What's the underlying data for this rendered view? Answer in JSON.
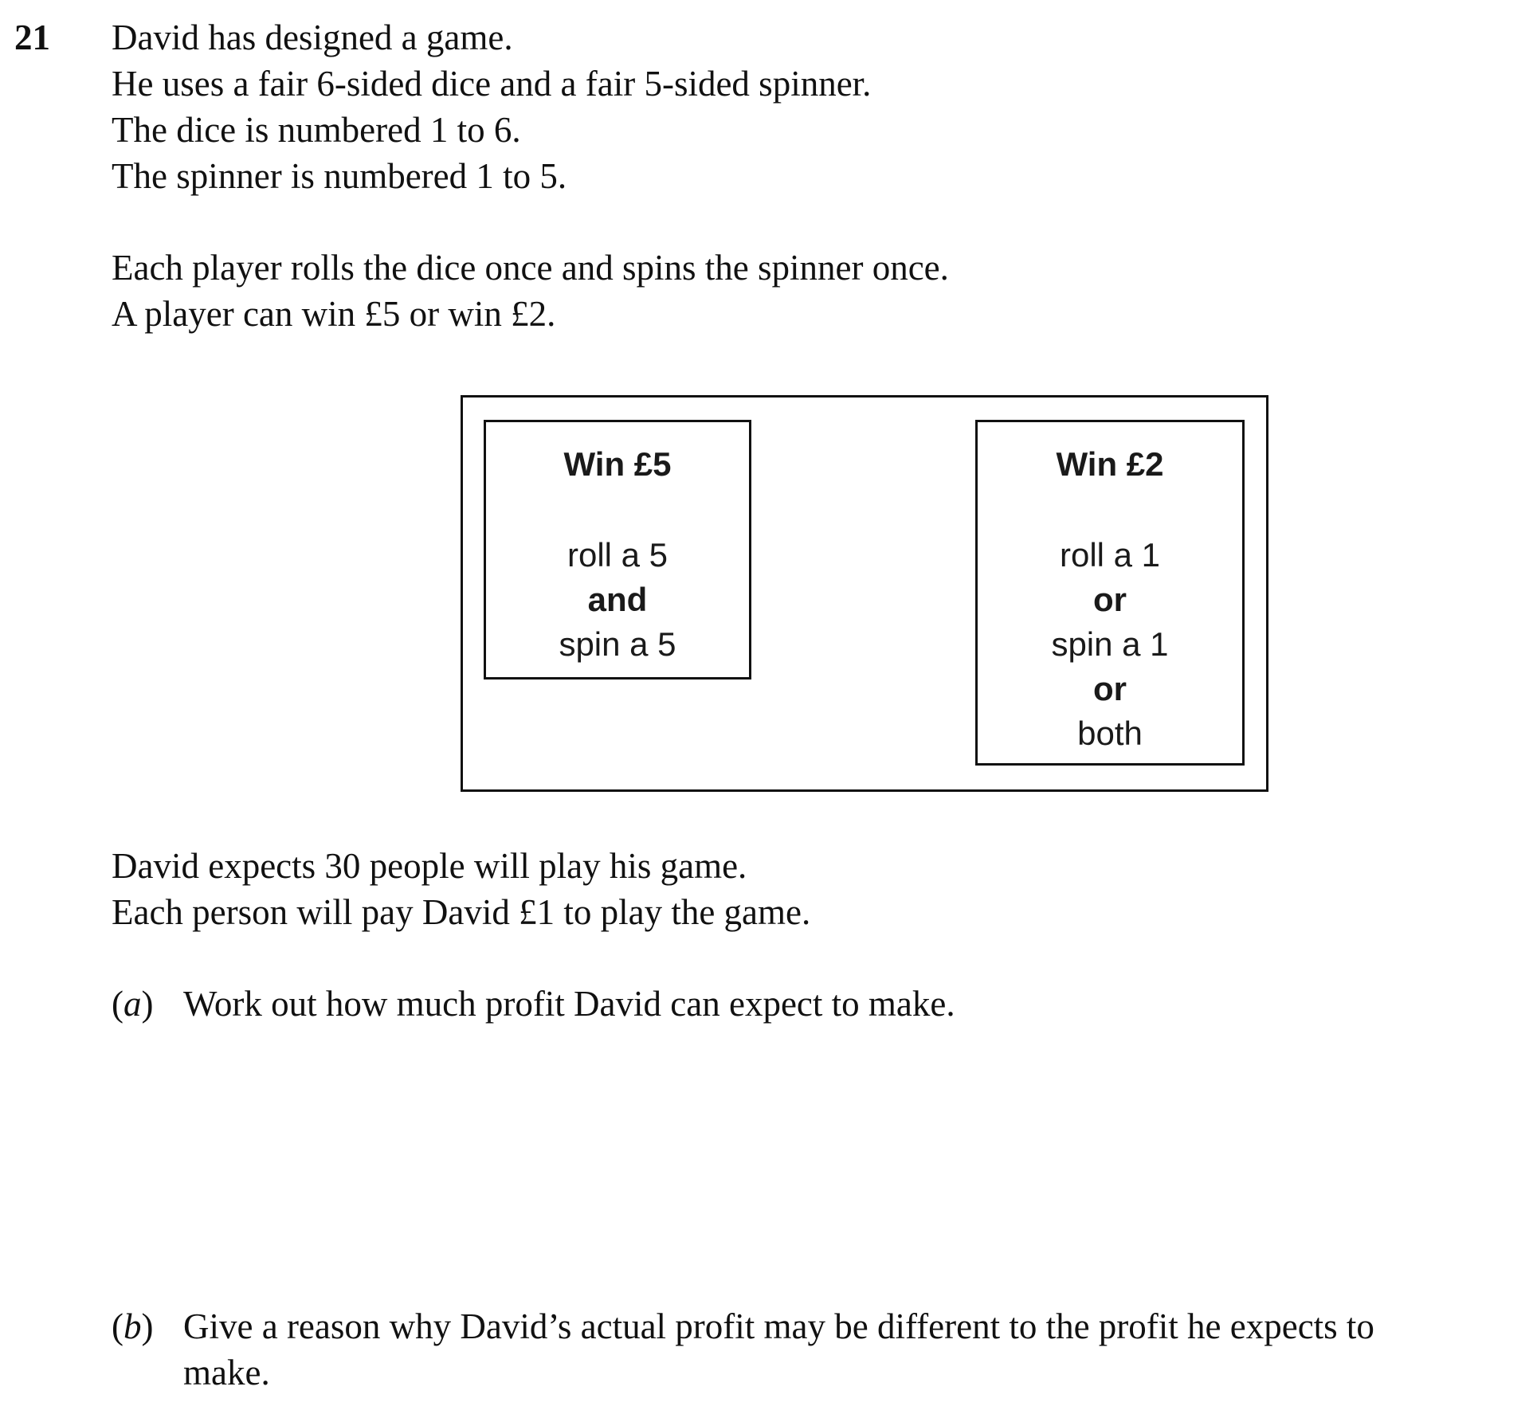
{
  "question": {
    "number": "21",
    "intro_lines": [
      "David has designed a game.",
      "He uses a fair 6-sided dice and a fair 5-sided spinner.",
      "The dice is numbered 1 to 6.",
      "The spinner is numbered 1 to 5."
    ],
    "rules_lines": [
      "Each player rolls the dice once and spins the spinner once.",
      "A player can win £5 or win £2."
    ],
    "card_win5": {
      "heading": "Win £5",
      "line1": "roll a 5",
      "line2": "and",
      "line3": "spin a 5"
    },
    "card_win2": {
      "heading": "Win £2",
      "line1": "roll a 1",
      "line2": "or",
      "line3": "spin a 1",
      "line4": "or",
      "line5": "both"
    },
    "expect_lines": [
      "David expects 30 people will play his game.",
      "Each person will pay David £1 to play the game."
    ],
    "part_a": {
      "letter": "a",
      "text": "Work out how much profit David can expect to make."
    },
    "part_b": {
      "letter": "b",
      "line1": "Give a reason why David’s actual profit may be different to the profit he expects to",
      "line2": "make."
    }
  }
}
